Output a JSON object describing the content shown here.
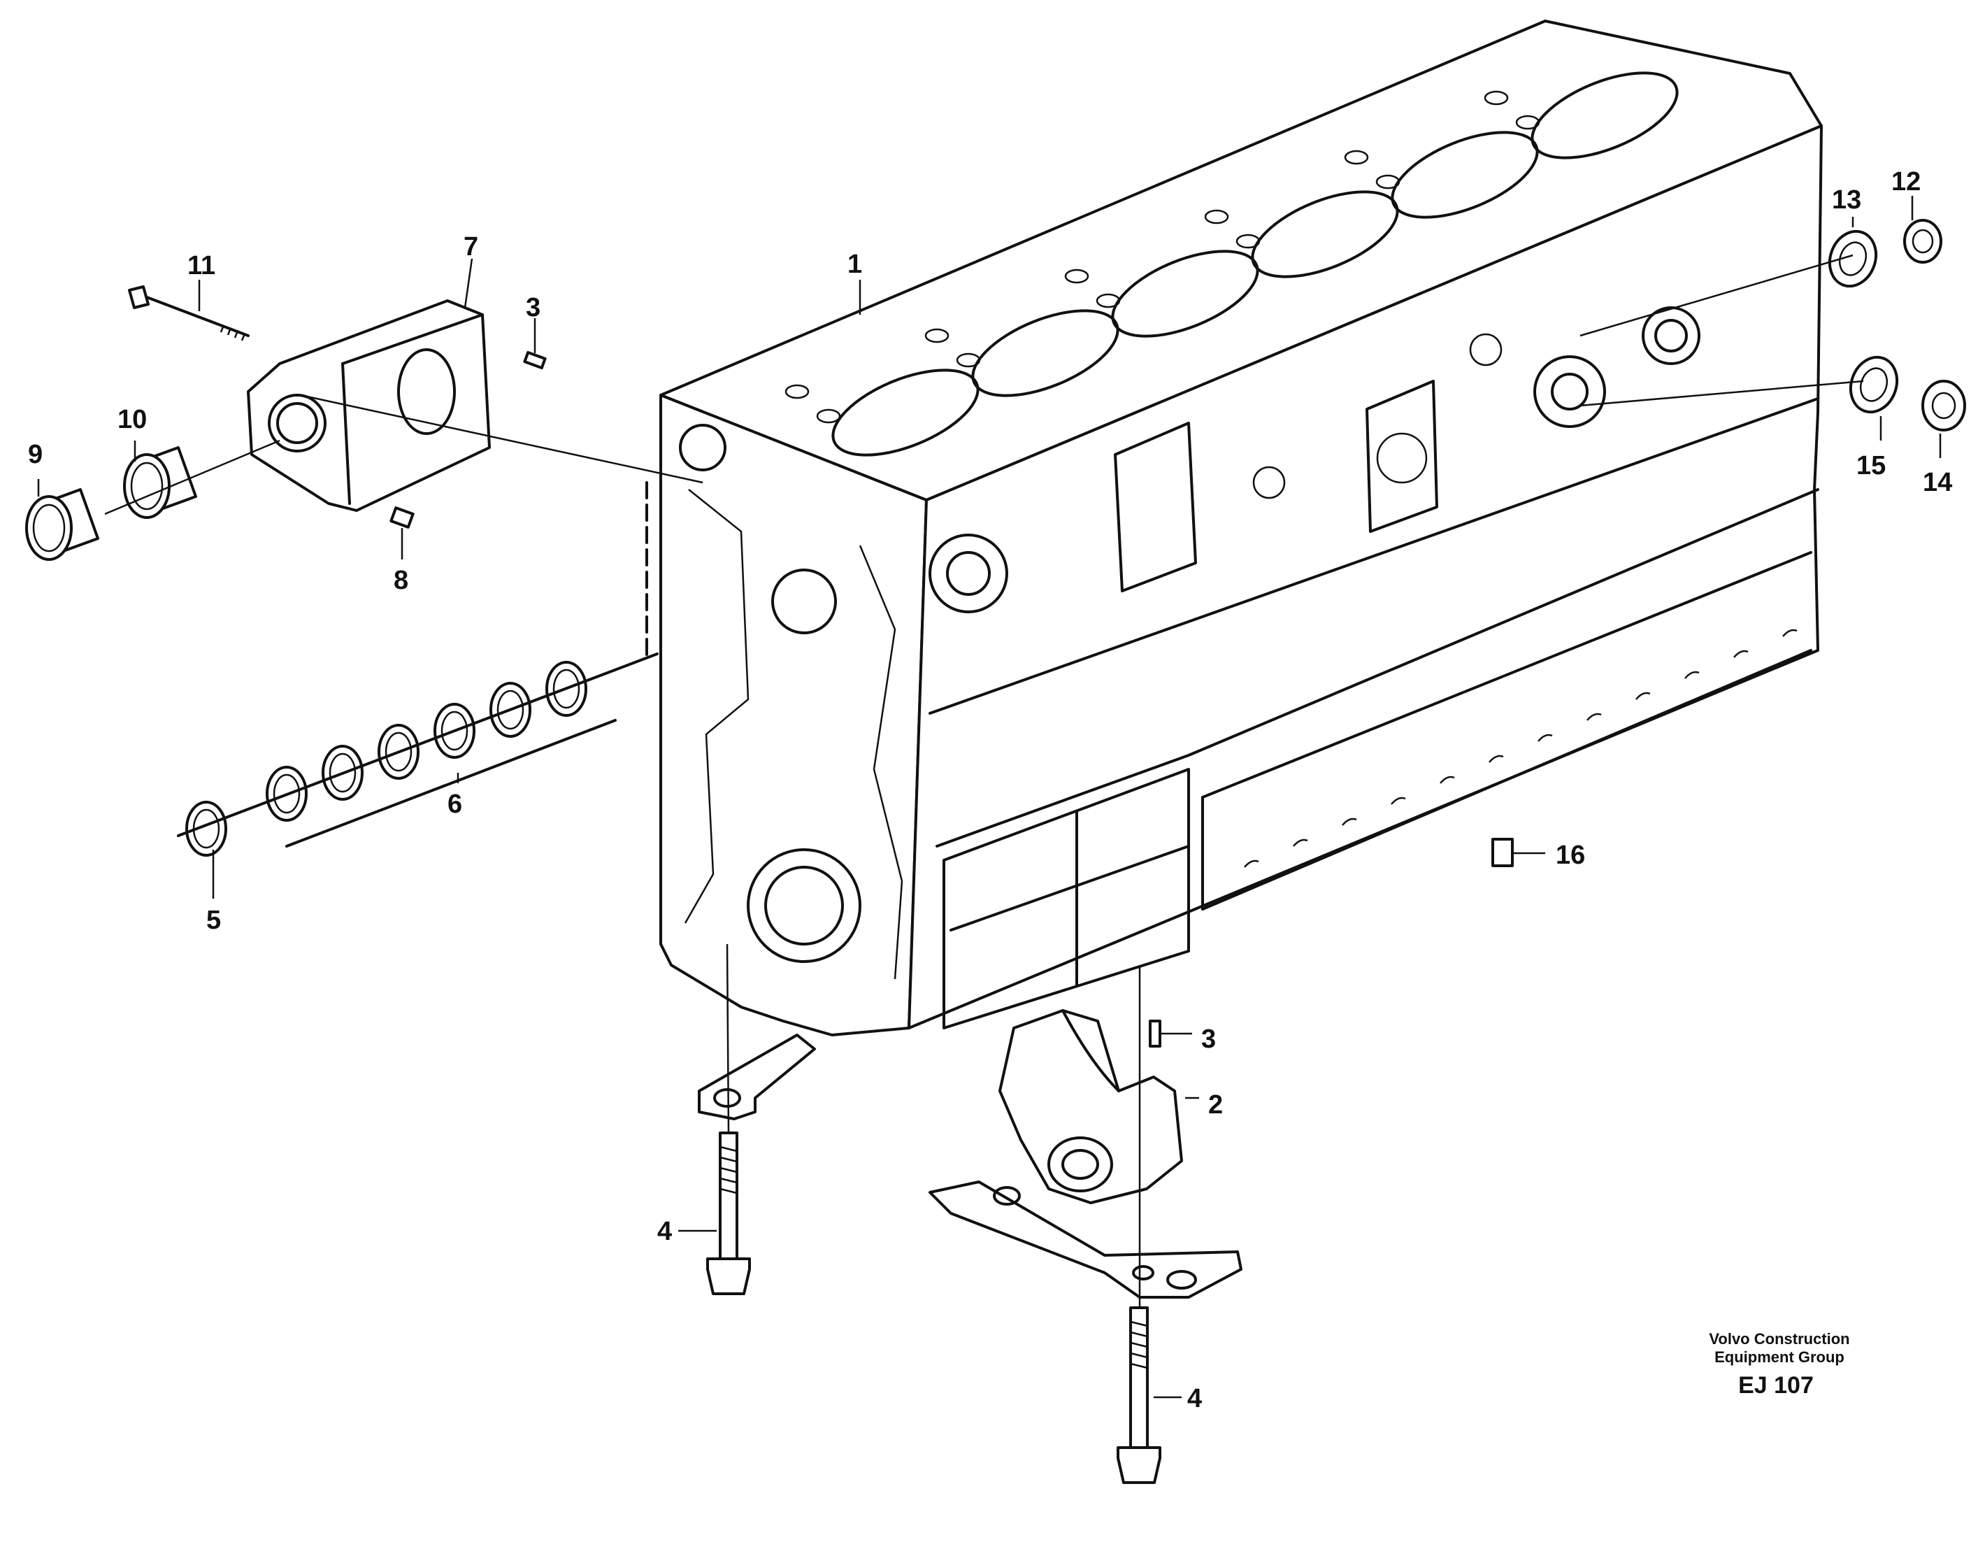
{
  "diagram": {
    "callouts": [
      {
        "id": "1",
        "text": "1"
      },
      {
        "id": "2",
        "text": "2"
      },
      {
        "id": "3a",
        "text": "3"
      },
      {
        "id": "3b",
        "text": "3"
      },
      {
        "id": "4a",
        "text": "4"
      },
      {
        "id": "4b",
        "text": "4"
      },
      {
        "id": "5",
        "text": "5"
      },
      {
        "id": "6",
        "text": "6"
      },
      {
        "id": "7",
        "text": "7"
      },
      {
        "id": "8",
        "text": "8"
      },
      {
        "id": "9",
        "text": "9"
      },
      {
        "id": "10",
        "text": "10"
      },
      {
        "id": "11",
        "text": "11"
      },
      {
        "id": "12",
        "text": "12"
      },
      {
        "id": "13",
        "text": "13"
      },
      {
        "id": "14",
        "text": "14"
      },
      {
        "id": "15",
        "text": "15"
      },
      {
        "id": "16",
        "text": "16"
      }
    ],
    "credit_line1": "Volvo Construction",
    "credit_line2": "Equipment Group",
    "drawing_code": "EJ 107"
  }
}
